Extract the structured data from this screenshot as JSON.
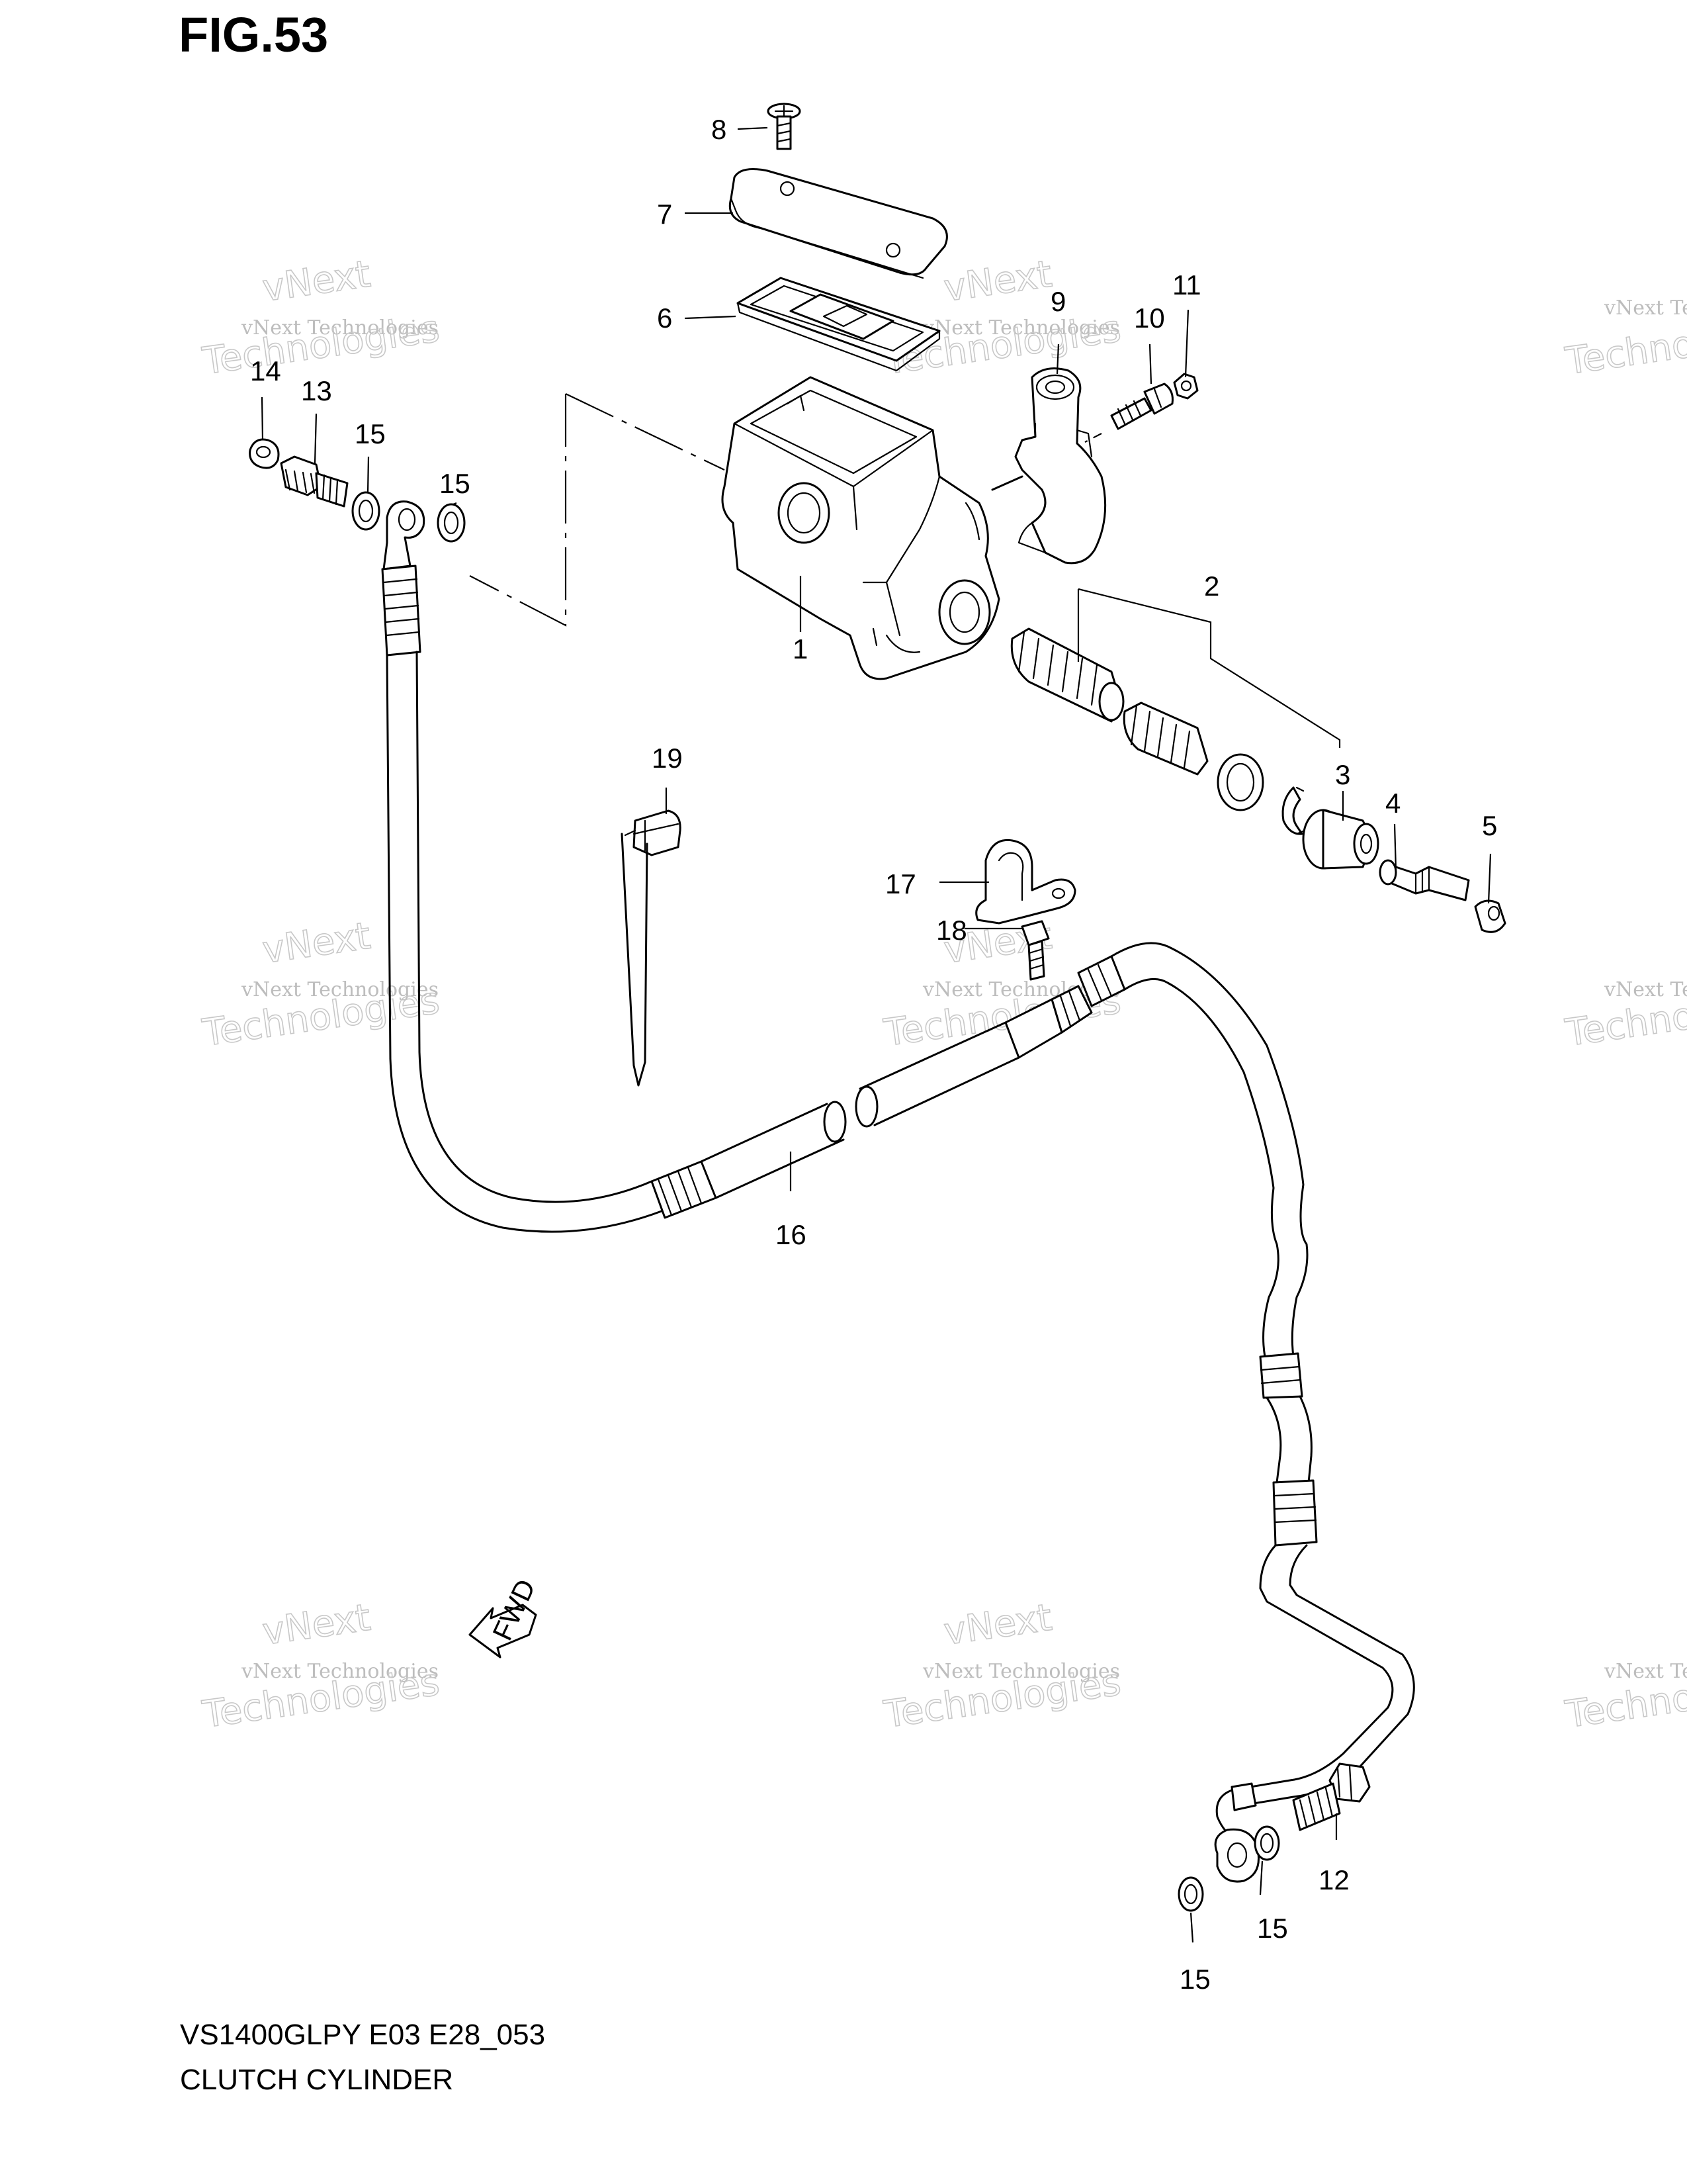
{
  "figure_title": "FIG.53",
  "footer": {
    "model_code": "VS1400GLPY E03 E28_053",
    "diagram_name": "CLUTCH CYLINDER"
  },
  "fwd_label": "FWD",
  "watermark": {
    "line1": "vNext Technologies",
    "line2a": "vNext",
    "line2b": "Technologies"
  },
  "callouts": {
    "c1": "1",
    "c2": "2",
    "c3": "3",
    "c4": "4",
    "c5": "5",
    "c6": "6",
    "c7": "7",
    "c8": "8",
    "c9": "9",
    "c10": "10",
    "c11": "11",
    "c12": "12",
    "c13": "13",
    "c14": "14",
    "c15a": "15",
    "c15b": "15",
    "c15c": "15",
    "c15d": "15",
    "c16": "16",
    "c17": "17",
    "c18": "18",
    "c19": "19"
  }
}
